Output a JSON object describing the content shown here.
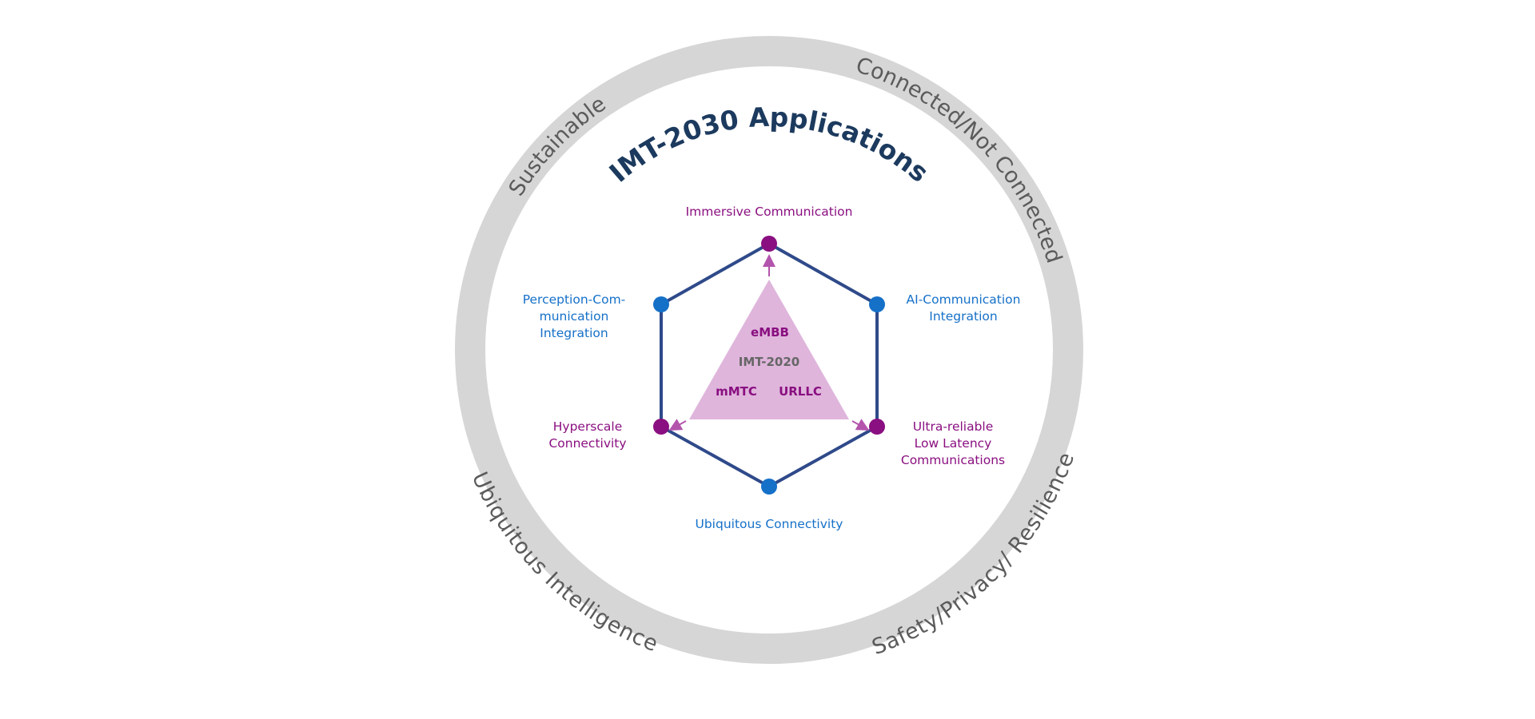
{
  "title": "IMT-2030 Applications",
  "ring_labels": {
    "top_left": "Sustainable",
    "top_right": "Connected/Not Connected",
    "bottom_left": "Ubiquitous Intelligence",
    "bottom_right": "Safety/Privacy/ Resilience"
  },
  "usage_scenarios": {
    "top": [
      "Immersive Communication"
    ],
    "upper_left": [
      "Perception-Com-",
      "munication",
      "Integration"
    ],
    "upper_right": [
      "AI-Communication",
      "Integration"
    ],
    "lower_left": [
      "Hyperscale",
      "Connectivity"
    ],
    "lower_right": [
      "Ultra-reliable",
      "Low Latency",
      "Communications"
    ],
    "bottom": [
      "Ubiquitous Connectivity"
    ]
  },
  "triangle": {
    "top": "eMBB",
    "center": "IMT-2020",
    "left": "mMTC",
    "right": "URLLC"
  },
  "colors": {
    "ring": "#d6d6d6",
    "hexagon": "#2f4a8a",
    "purple": "#8a0f80",
    "blue": "#1570c8",
    "triangle": "#dfb5dc",
    "arrow": "#b455ad"
  }
}
